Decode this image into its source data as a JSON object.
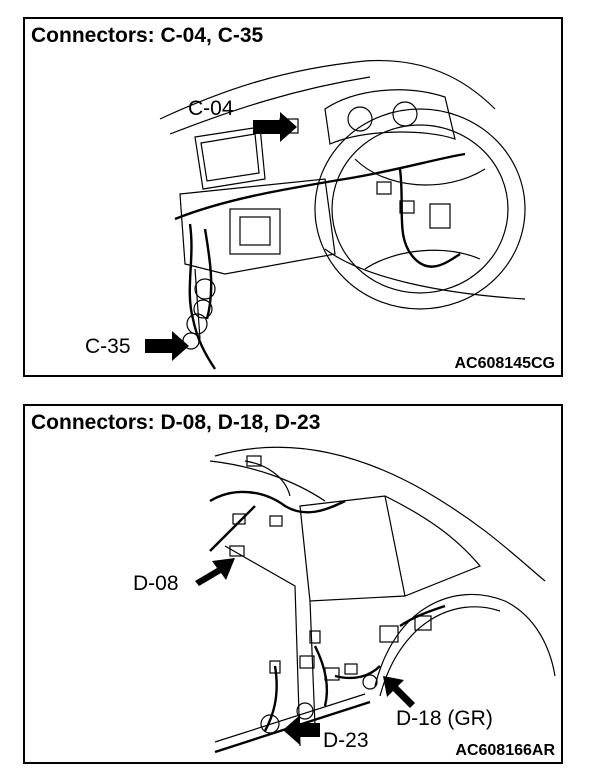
{
  "panels": [
    {
      "title": "Connectors: C-04, C-35",
      "labels": [
        "C-04",
        "C-35"
      ],
      "code": "AC608145CG"
    },
    {
      "title": "Connectors: D-08, D-18, D-23",
      "labels": [
        "D-08",
        "D-18 (GR)",
        "D-23"
      ],
      "code": "AC608166AR"
    }
  ]
}
